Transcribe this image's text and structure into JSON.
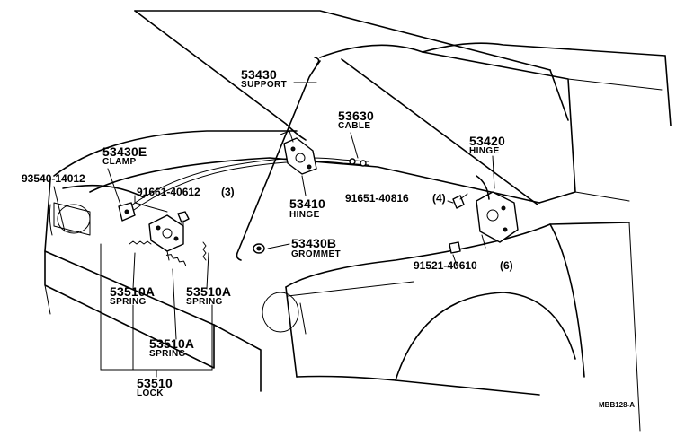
{
  "callouts": {
    "support": {
      "number": "53430",
      "name": "SUPPORT"
    },
    "cable": {
      "number": "53630",
      "name": "CABLE"
    },
    "clamp": {
      "number": "53430E",
      "name": "CLAMP"
    },
    "hinge_right": {
      "number": "53420",
      "name": "HINGE"
    },
    "bolt_clamp": {
      "number": "93540-14012"
    },
    "bolt_lock": {
      "number": "91661-40612",
      "qty": "(3)"
    },
    "hinge_left": {
      "number": "53410",
      "name": "HINGE"
    },
    "bolt_hinge": {
      "number": "91651-40816",
      "qty": "(4)"
    },
    "grommet": {
      "number": "53430B",
      "name": "GROMMET"
    },
    "bolt_fender": {
      "number": "91521-40610",
      "qty": "(6)"
    },
    "spring_left": {
      "number": "53510A",
      "name": "SPRING"
    },
    "spring_right": {
      "number": "53510A",
      "name": "SPRING"
    },
    "spring_center": {
      "number": "53510A",
      "name": "SPRING"
    },
    "lock": {
      "number": "53510",
      "name": "LOCK"
    }
  },
  "figure_ref": "MBB128-A"
}
